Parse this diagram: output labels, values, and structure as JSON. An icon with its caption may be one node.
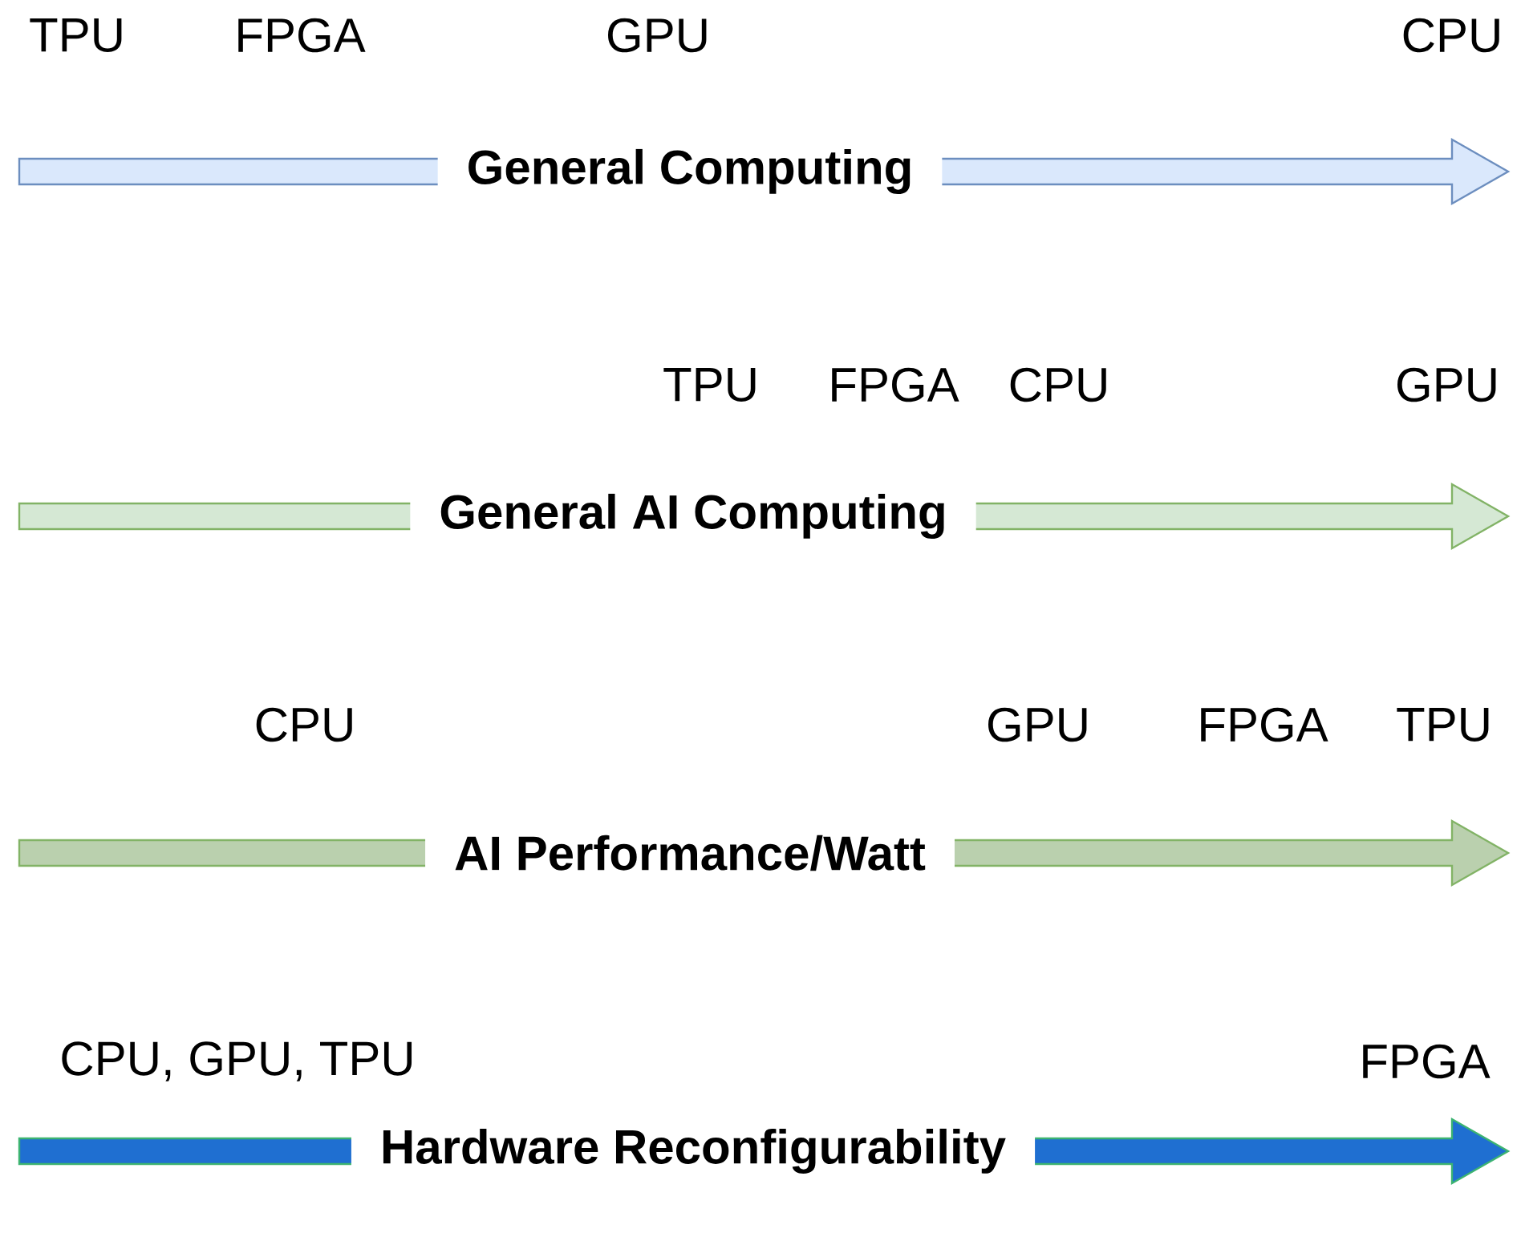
{
  "diagram": {
    "labels": [
      "TPU",
      "FPGA",
      "GPU",
      "CPU",
      "General Computing",
      "TPU",
      "FPGA",
      "CPU",
      "GPU",
      "General AI Computing",
      "CPU",
      "GPU",
      "FPGA",
      "TPU",
      "AI Performance/Watt",
      "CPU, GPU, TPU",
      "FPGA",
      "Hardware Reconfigurability"
    ]
  }
}
